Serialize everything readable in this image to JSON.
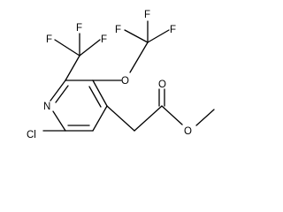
{
  "molecule": {
    "atoms": {
      "n_ring": "N",
      "cl": "Cl",
      "cf3_f_top": "F",
      "cf3_f_left": "F",
      "cf3_f_right": "F",
      "ocf3_o": "O",
      "ocf3_f_top": "F",
      "ocf3_f_left": "F",
      "ocf3_f_right": "F",
      "ester_o_carbonyl": "O",
      "ester_o_methoxy": "O"
    }
  }
}
